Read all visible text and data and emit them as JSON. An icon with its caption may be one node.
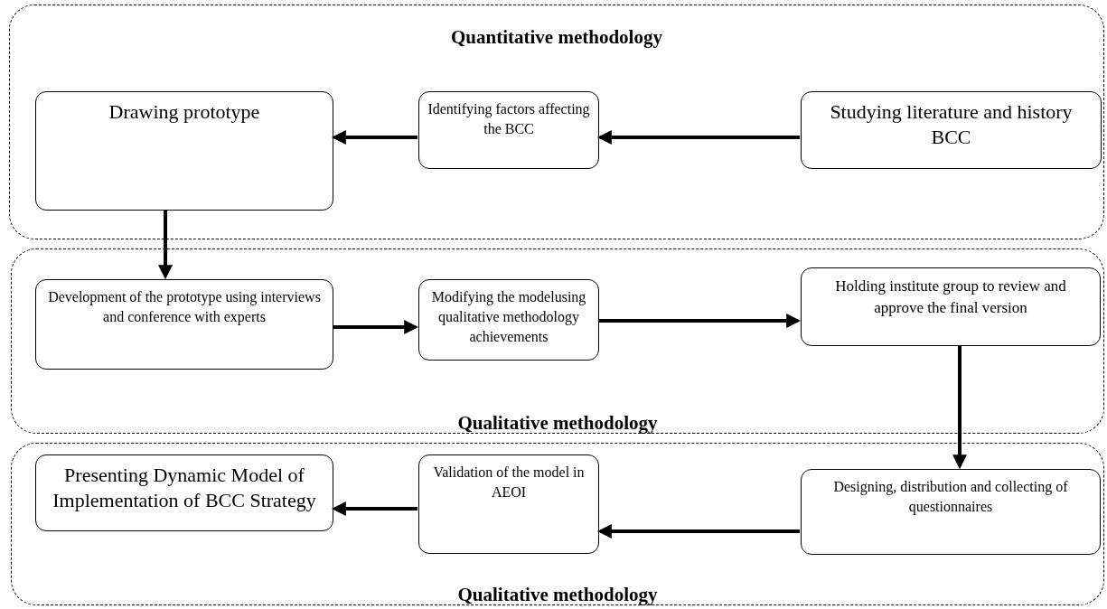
{
  "diagram": {
    "nodes": [
      {
        "text": [
          "Quantitative methodology"
        ]
      },
      {
        "text": [
          "Drawing prototype"
        ],
        "in": 0
      },
      {
        "text": [
          "Identifying factors affecting the BCC"
        ],
        "in": 0
      },
      {
        "text": [
          "Studying literature and history BCC"
        ],
        "in": 0
      },
      {
        "text": [
          "Qualitative methodology"
        ]
      },
      {
        "text": [
          "Development of the prototype using interviews and conference with experts"
        ],
        "in": 4
      },
      {
        "text": [
          "Modifying the modelusing qualitative methodology achievements"
        ],
        "in": 4
      },
      {
        "text": [
          "Holding institute group to review and approve the final version"
        ],
        "in": 4
      },
      {
        "text": [
          "Qualitative methodology"
        ]
      },
      {
        "text": [
          "Presenting Dynamic Model of Implementation of BCC Strategy"
        ],
        "in": 8
      },
      {
        "text": [
          "Validation of the model in AEOI"
        ],
        "in": 8
      },
      {
        "text": [
          "Designing, distribution and collecting of questionnaires"
        ],
        "in": 8
      }
    ],
    "edges": [
      {
        "from": 3,
        "to": 2,
        "arrow": "to"
      },
      {
        "from": 2,
        "to": 1,
        "arrow": "to"
      },
      {
        "from": 1,
        "to": 5,
        "arrow": "to"
      },
      {
        "from": 5,
        "to": 6,
        "arrow": "to"
      },
      {
        "from": 6,
        "to": 7,
        "arrow": "to"
      },
      {
        "from": 7,
        "to": 11,
        "arrow": "to"
      },
      {
        "from": 11,
        "to": 10,
        "arrow": "to"
      },
      {
        "from": 10,
        "to": 9,
        "arrow": "to"
      }
    ]
  }
}
